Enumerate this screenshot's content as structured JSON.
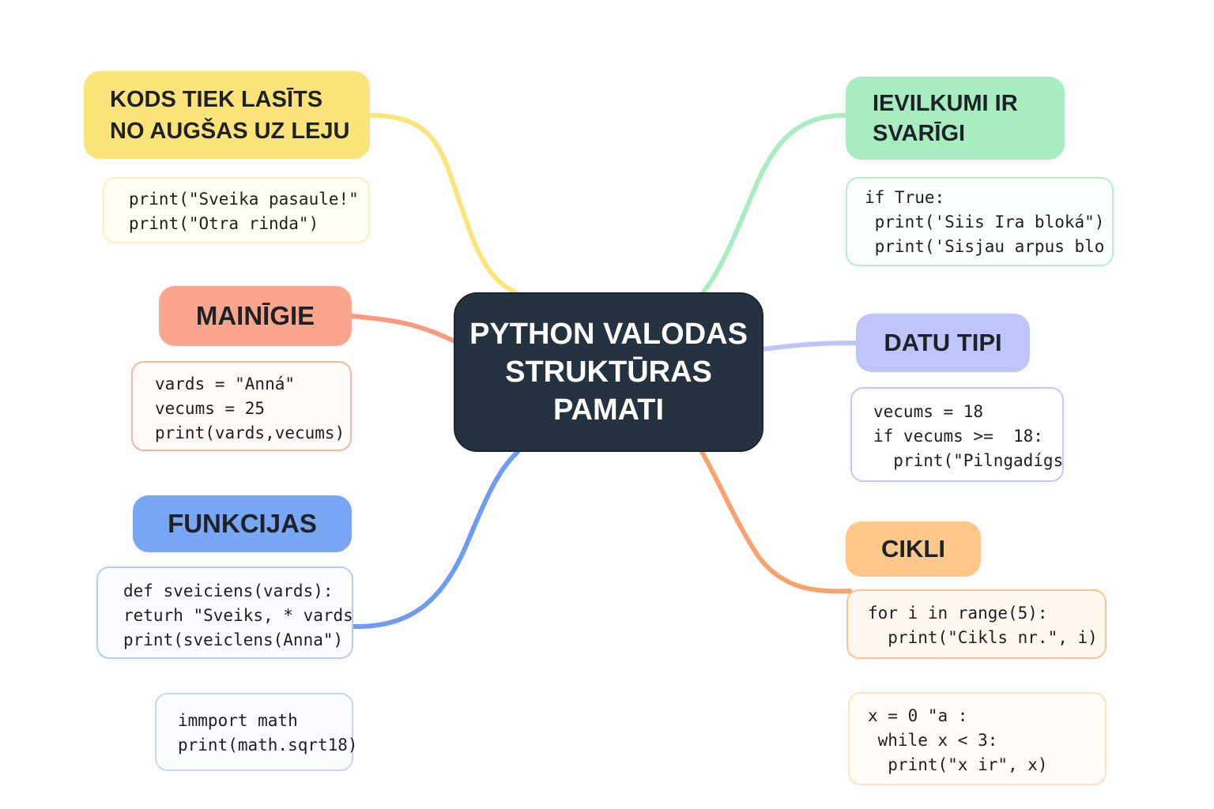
{
  "title": "PYTHON VALODAS STRUKTŪRAS PAMATI",
  "title_lines": [
    "PYTHON VALODAS",
    "STRUKTŪRAS",
    "PAMATI"
  ],
  "colors": {
    "center": "#253340",
    "yellow": "#fde47a",
    "salmon": "#fba68c",
    "blue": "#7aa6f6",
    "green": "#a8edc0",
    "lavender": "#bfc4fb",
    "orange": "#fdc88a"
  },
  "branches": [
    {
      "id": "top-left",
      "topic_lines": [
        "KODS TIEK LASĪTS",
        "NO AUGŠAS UZ LEJU"
      ],
      "code": [
        "print(\"Sveika pasaule!\"",
        "print(\"Otra rinda\")"
      ]
    },
    {
      "id": "mid-left",
      "topic_lines": [
        "MAINĪGIE"
      ],
      "code": [
        "vards = \"Anná\"",
        "vecums = 25",
        "print(vards,vecums)"
      ]
    },
    {
      "id": "bottom-left",
      "topic_lines": [
        "FUNKCIJAS"
      ],
      "code": [
        "def sveiciens(vards):",
        "returh \"Sveiks, * vards",
        "print(sveiclens(Anna\")"
      ],
      "extra_code": [
        "immport math",
        "print(math.sqrt18)"
      ]
    },
    {
      "id": "top-right",
      "topic_lines": [
        "IEVILKUMI IR",
        "SVARĪGI"
      ],
      "code": [
        "if True:",
        " print('Siis Ira bloká\")",
        " print('Sisjau arpus blo"
      ]
    },
    {
      "id": "mid-right",
      "topic_lines": [
        "DATU TIPI"
      ],
      "code": [
        "vecums = 18",
        "if vecums >=  18:",
        "  print(\"Pilngadígs"
      ]
    },
    {
      "id": "bottom-right",
      "topic_lines": [
        "CIKLI"
      ],
      "code": [
        "for i in range(5):",
        "  print(\"Cikls nr.\", i)"
      ],
      "extra_code": [
        "x = 0 \"a :",
        " while x < 3:",
        "  print(\"x ir\", x)"
      ]
    }
  ]
}
